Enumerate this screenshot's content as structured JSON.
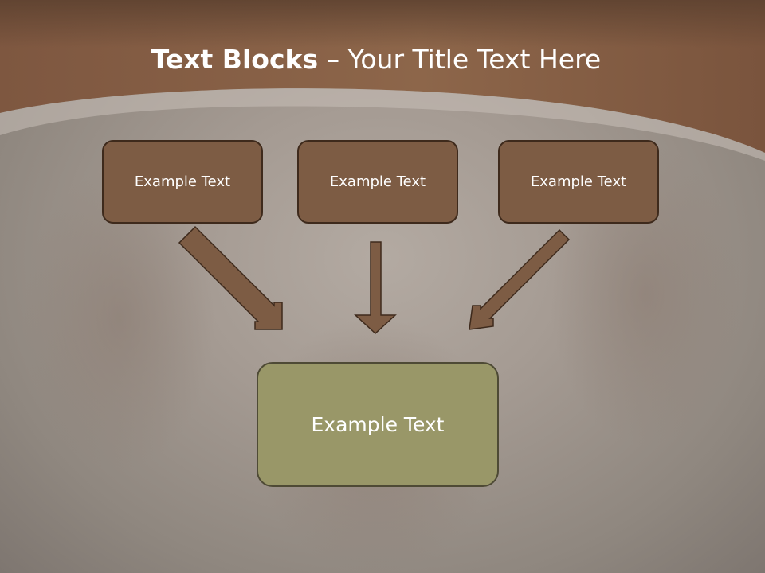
{
  "slide": {
    "title_bold": "Text Blocks",
    "title_dash": " – ",
    "title_rest": "Your Title Text Here"
  },
  "diagram": {
    "top_boxes": [
      {
        "label": "Example Text"
      },
      {
        "label": "Example Text"
      },
      {
        "label": "Example Text"
      }
    ],
    "bottom_box": {
      "label": "Example Text"
    }
  },
  "colors": {
    "header_brown": "#8b6245",
    "top_box_fill": "#7d5c44",
    "bottom_box_fill": "#999768",
    "arrow_fill": "#7d5c44"
  }
}
